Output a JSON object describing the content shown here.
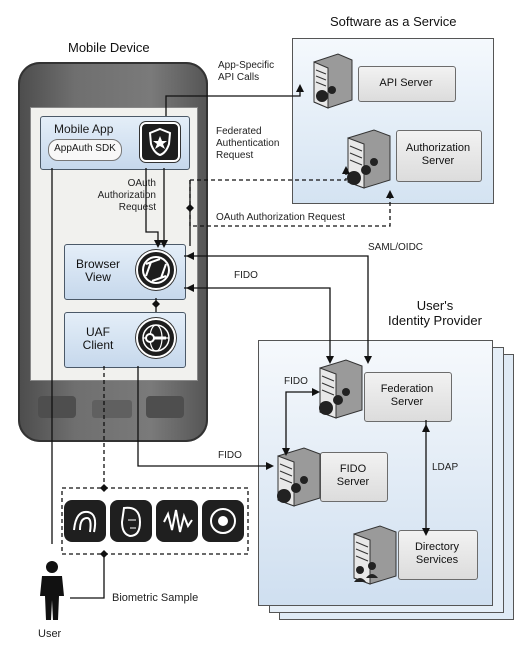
{
  "titles": {
    "saas": "Software as a Service",
    "mobile": "Mobile Device",
    "idp": "User's\nIdentity Provider"
  },
  "mobile_app": {
    "title": "Mobile App",
    "sdk": "AppAuth SDK"
  },
  "browser_view": {
    "label": "Browser\nView"
  },
  "uaf_client": {
    "label": "UAF\nClient"
  },
  "servers": {
    "api": "API Server",
    "authorization": "Authorization\nServer",
    "federation": "Federation\nServer",
    "fido": "FIDO\nServer",
    "directory": "Directory\nServices"
  },
  "labels": {
    "app_specific": "App-Specific\nAPI Calls",
    "federated": "Federated\nAuthentication\nRequest",
    "oauth_left": "OAuth\nAuthorization\nRequest",
    "oauth_right": "OAuth Authorization Request",
    "saml": "SAML/OIDC",
    "fido_browser": "FIDO",
    "fido_fed": "FIDO",
    "fido_uaf": "FIDO",
    "ldap": "LDAP",
    "biometric": "Biometric Sample",
    "user": "User"
  },
  "icons": {
    "mobile_app": "police-badge-icon",
    "browser": "aperture-icon",
    "uaf": "key-globe-icon",
    "server": "server-gear-icon",
    "biometrics": [
      "fingerprint-icon",
      "face-icon",
      "voice-icon",
      "iris-icon"
    ]
  }
}
